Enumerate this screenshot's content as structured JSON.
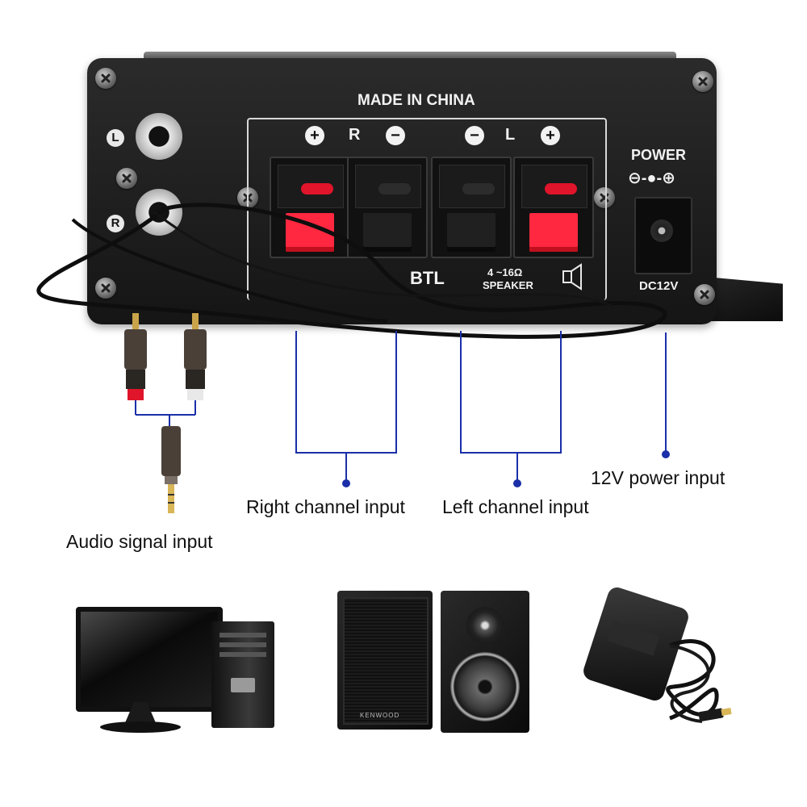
{
  "panel": {
    "made_in": "MADE IN CHINA",
    "channel_right": "R",
    "channel_left": "L",
    "plus": "+",
    "minus": "−",
    "btl": "BTL",
    "impedance": "4 ~16Ω",
    "speaker": "SPEAKER",
    "power": "POWER",
    "power_polarity": "⊖-●-⊕",
    "dc_rating": "DC12V",
    "input_left": "L",
    "input_right": "R",
    "terminal_colors": [
      "red",
      "black",
      "black",
      "red"
    ]
  },
  "captions": {
    "audio_input": "Audio signal input",
    "right_channel": "Right channel input",
    "left_channel": "Left channel input",
    "power_input": "12V power input"
  },
  "speaker_brand": "KENWOOD",
  "colors": {
    "guide_lines": "#1a2fa8",
    "terminal_red": "#ff2840",
    "panel": "#1c1c1c"
  },
  "icons": [
    "screw-icon",
    "speaker-symbol-icon",
    "rca-plug-icon",
    "audio-jack-icon"
  ]
}
